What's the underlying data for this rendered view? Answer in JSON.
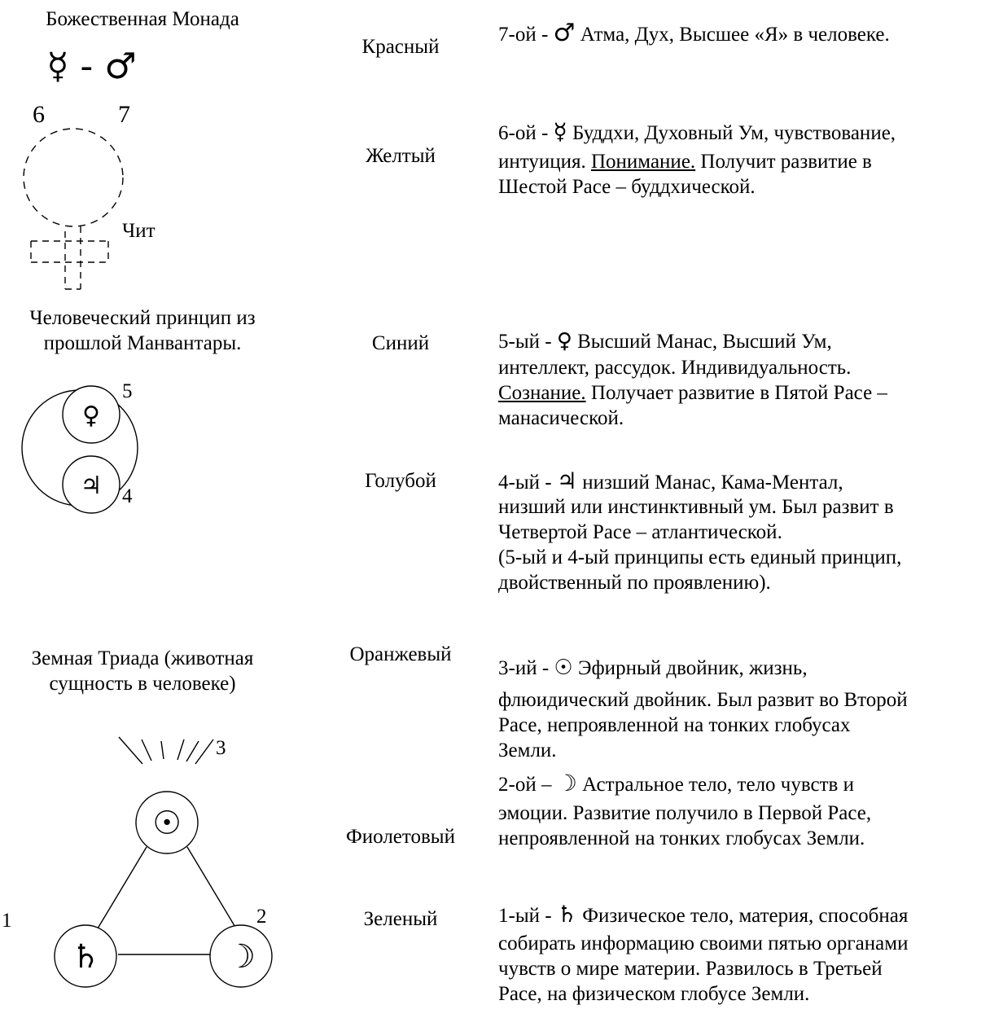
{
  "left": {
    "monad_title": "Божественная Монада",
    "monad_symbols": "☿ - ♂",
    "num6": "6",
    "num7": "7",
    "chit": "Чит",
    "human_title_1": "Человеческий принцип из",
    "human_title_2": "прошлой Манвантары.",
    "num5": "5",
    "num4": "4",
    "earth_title_1": "Земная Триада (животная",
    "earth_title_2": "сущность в человеке)",
    "num3": "3",
    "num1": "1",
    "num2": "2",
    "venus": "♀",
    "jupiter": "♃",
    "sun": "☉",
    "saturn": "♄",
    "moon": "☽"
  },
  "colors": {
    "red": "Красный",
    "yellow": "Желтый",
    "blue": "Синий",
    "light_blue": "Голубой",
    "orange": "Оранжевый",
    "violet": "Фиолетовый",
    "green": "Зеленый"
  },
  "principles": {
    "p7": {
      "prefix": "7-ой - ",
      "symbol": "♂",
      "line1": " Атма, Дух, Высшее «Я» в человеке."
    },
    "p6": {
      "prefix": "6-ой - ",
      "symbol": "☿",
      "line1": " Буддхи, Духовный Ум, чувствование,",
      "line2_a": "интуиция. ",
      "line2_u": "Понимание.",
      "line2_b": " Получит развитие в",
      "line3": "Шестой Расе – буддхической."
    },
    "p5": {
      "prefix": "5-ый - ",
      "symbol": "♀",
      "line1": " Высший Манас, Высший Ум,",
      "line2": "интеллект, рассудок. Индивидуальность.",
      "line3_u": "Сознание.",
      "line3_b": " Получает развитие в Пятой Расе –",
      "line4": "манасической."
    },
    "p4": {
      "prefix": "4-ый - ",
      "symbol": "♃",
      "line1": " низший Манас, Кама-Ментал,",
      "line2": "низший или инстинктивный ум. Был развит в",
      "line3": "Четвертой Расе – атлантической.",
      "line4": " (5-ый и 4-ый принципы есть единый принцип,",
      "line5": "двойственный по проявлению)."
    },
    "p3": {
      "prefix": "3-ий - ",
      "symbol": "☉",
      "line1": " Эфирный двойник, жизнь,",
      "line2": "флюидический двойник. Был развит во Второй",
      "line3": "Расе, непроявленной на тонких глобусах",
      "line4": "Земли."
    },
    "p2": {
      "prefix": "2-ой – ",
      "symbol": "☽",
      "line1": " Астральное тело, тело чувств и",
      "line2": "эмоции. Развитие получило в Первой Расе,",
      "line3": "непроявленной на тонких глобусах Земли."
    },
    "p1": {
      "prefix": "1-ый - ",
      "symbol": "♄",
      "line1": "  Физическое тело, материя, способная",
      "line2": "собирать информацию своими пятью органами",
      "line3": "чувств о мире материи. Развилось в Третьей",
      "line4": "Расе, на физическом глобусе Земли."
    }
  }
}
